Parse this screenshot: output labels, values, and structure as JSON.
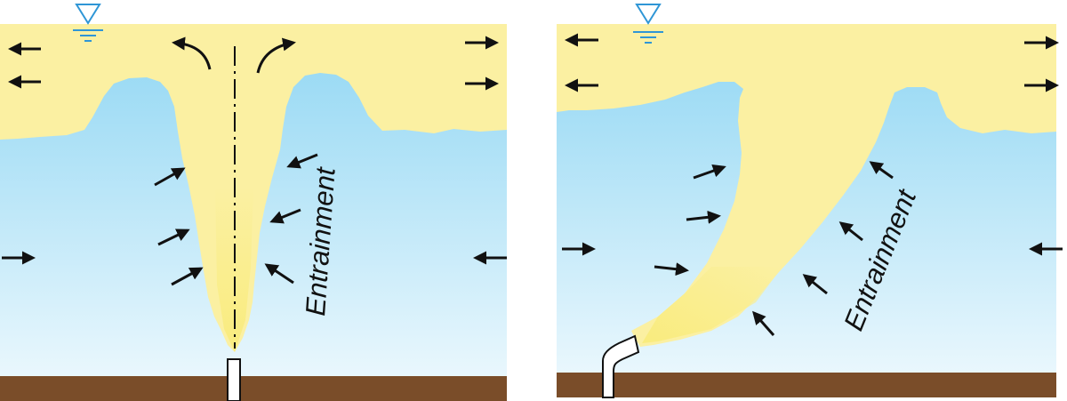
{
  "colors": {
    "water_top": "#8fd6f3",
    "water_bottom": "#e9f7fd",
    "plume": "#fbf0a2",
    "plume_core": "#f9ec6a",
    "seabed": "#7a4d29",
    "water_level_symbol": "#2f96d6",
    "arrow": "#111111"
  },
  "panels": [
    {
      "id": "vertical-jet",
      "label": "Entrainment",
      "icons": [
        "water-level-icon",
        "entrainment-arrow-icon",
        "current-arrow-icon",
        "recirculation-arrow-icon",
        "centerline"
      ]
    },
    {
      "id": "inclined-jet",
      "label": "Entrainment",
      "icons": [
        "water-level-icon",
        "entrainment-arrow-icon",
        "current-arrow-icon"
      ]
    }
  ]
}
